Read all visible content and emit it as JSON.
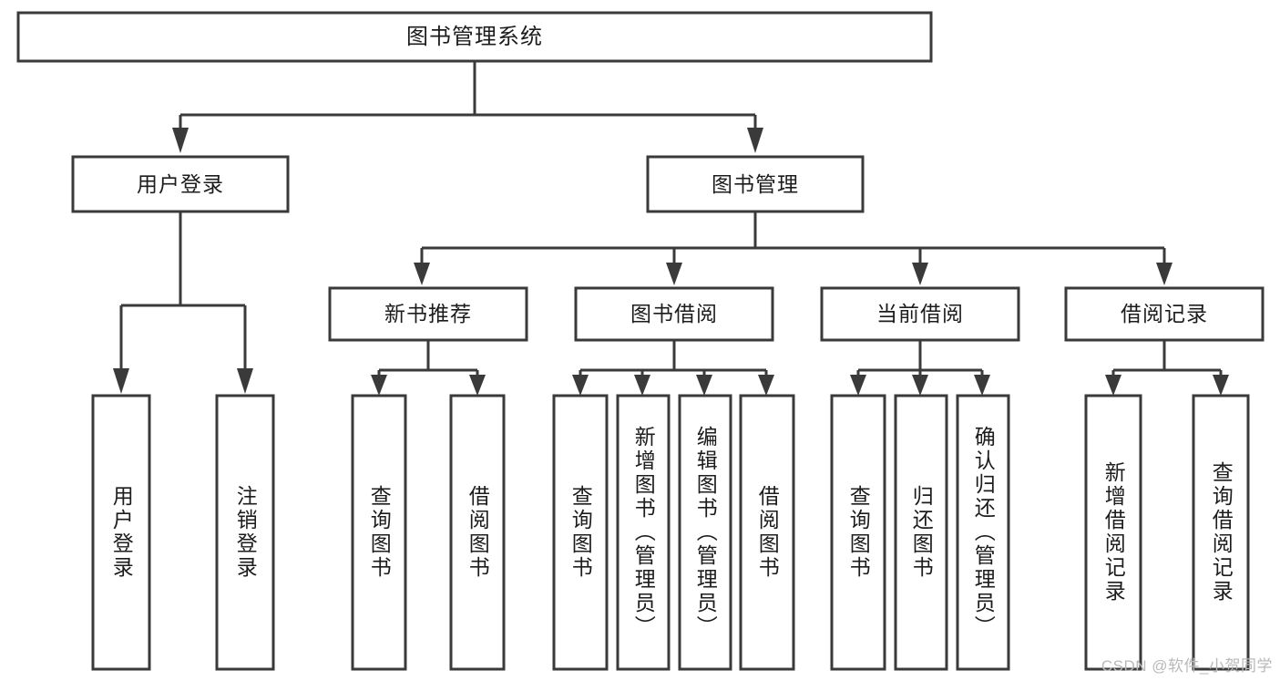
{
  "diagram": {
    "type": "tree-hierarchy",
    "title": "图书管理系统",
    "watermark": "CSDN @软件_小贺同学",
    "colors": {
      "stroke": "#3a3a3a",
      "fill": "#ffffff",
      "text": "#1c1c1c",
      "watermark": "#b9b9b9",
      "background": "#ffffff"
    },
    "levels": {
      "root": {
        "label": "图书管理系统"
      },
      "level2": [
        {
          "id": "user-login",
          "label": "用户登录"
        },
        {
          "id": "book-manage",
          "label": "图书管理"
        }
      ],
      "level3": [
        {
          "id": "new-book-recommend",
          "label": "新书推荐",
          "parent": "book-manage"
        },
        {
          "id": "book-borrow",
          "label": "图书借阅",
          "parent": "book-manage"
        },
        {
          "id": "current-borrow",
          "label": "当前借阅",
          "parent": "book-manage"
        },
        {
          "id": "borrow-record",
          "label": "借阅记录",
          "parent": "book-manage"
        }
      ],
      "leaves": [
        {
          "id": "leaf-user-login",
          "label": "用户登录",
          "parent": "user-login"
        },
        {
          "id": "leaf-logout",
          "label": "注销登录",
          "parent": "user-login"
        },
        {
          "id": "leaf-query-book-1",
          "label": "查询图书",
          "parent": "new-book-recommend"
        },
        {
          "id": "leaf-borrow-book-1",
          "label": "借阅图书",
          "parent": "new-book-recommend"
        },
        {
          "id": "leaf-query-book-2",
          "label": "查询图书",
          "parent": "book-borrow"
        },
        {
          "id": "leaf-add-book",
          "label": "新增图书（管理员）",
          "parent": "book-borrow"
        },
        {
          "id": "leaf-edit-book",
          "label": "编辑图书（管理员）",
          "parent": "book-borrow"
        },
        {
          "id": "leaf-borrow-book-2",
          "label": "借阅图书",
          "parent": "book-borrow"
        },
        {
          "id": "leaf-query-book-3",
          "label": "查询图书",
          "parent": "current-borrow"
        },
        {
          "id": "leaf-return-book",
          "label": "归还图书",
          "parent": "current-borrow"
        },
        {
          "id": "leaf-confirm-return",
          "label": "确认归还（管理员）",
          "parent": "current-borrow"
        },
        {
          "id": "leaf-add-record",
          "label": "新增借阅记录",
          "parent": "borrow-record"
        },
        {
          "id": "leaf-query-record",
          "label": "查询借阅记录",
          "parent": "borrow-record"
        }
      ]
    }
  }
}
